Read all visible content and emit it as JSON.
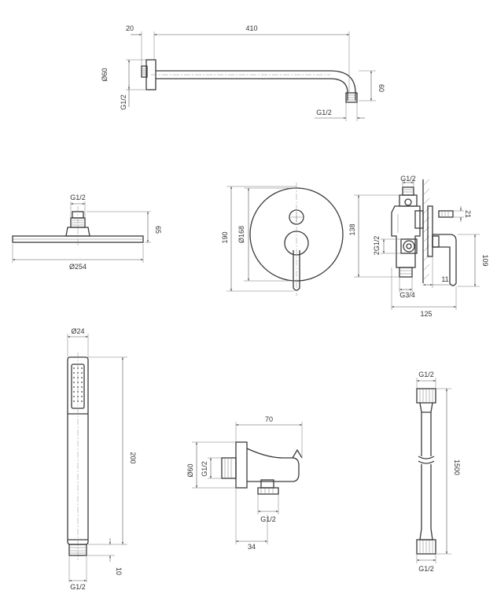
{
  "views": {
    "shower_arm": {
      "arm_length": "410",
      "wall_offset": "20",
      "flange_diameter": "Ø60",
      "inlet_thread": "G1/2",
      "drop_height": "60",
      "outlet_thread": "G1/2"
    },
    "overhead_shower": {
      "thread": "G1/2",
      "height": "65",
      "diameter": "Ø254"
    },
    "mixer_front": {
      "plate_height": "190",
      "plate_diameter": "Ø168"
    },
    "mixer_side": {
      "top_thread": "G1/2",
      "body_height": "138",
      "side_threads": "2G1/2",
      "bottom_thread": "G3/4",
      "depth": "125",
      "lever_offset": "11",
      "lever_height": "109",
      "spout_dim": "21"
    },
    "hand_shower": {
      "diameter": "Ø24",
      "length": "200",
      "thread": "G1/2",
      "nipple": "10"
    },
    "wall_outlet": {
      "width": "70",
      "flange_diameter": "Ø60",
      "inlet_thread": "G1/2",
      "outlet_thread": "G1/2",
      "depth": "34"
    },
    "hose": {
      "top_thread": "G1/2",
      "length": "1500",
      "bottom_thread": "G1/2"
    }
  }
}
